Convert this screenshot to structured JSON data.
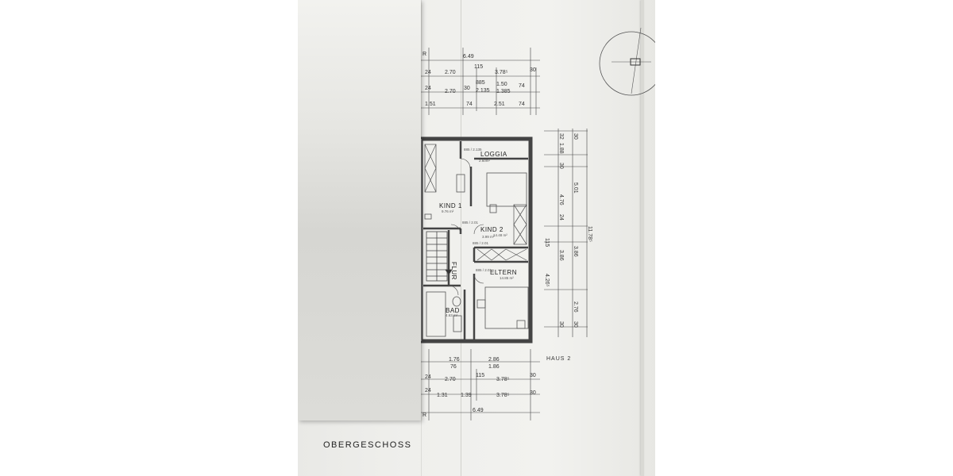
{
  "floor_title": "OBERGESCHOSS",
  "house_label": "HAUS 2",
  "rooms": {
    "loggia": {
      "name": "LOGGIA",
      "area": "2.60m²"
    },
    "kind1": {
      "name": "KIND 1",
      "area": "9.76 m²"
    },
    "kind2": {
      "name": "KIND 2",
      "area": "14.48 m²"
    },
    "flur": {
      "name": "FLUR",
      "area": "3.99 m²"
    },
    "eltern": {
      "name": "ELTERN",
      "area": "14.85 m²"
    },
    "bad": {
      "name": "BAD",
      "area": "4.63 m²"
    }
  },
  "door_labels": {
    "d_loggia": "885 / 2.135",
    "d_kind1": "885 / 2.01",
    "d_kind2": "885 / 2.01",
    "d_eltern": "885 / 2.01"
  },
  "top_dimensions": {
    "overall": "6.49",
    "row1": [
      "24",
      "2.70",
      "115",
      "3.78⁵",
      "30"
    ],
    "row2": [
      "24",
      "2.70",
      "30",
      "1.50",
      "74"
    ],
    "row2b": [
      "885",
      "2.135",
      "1.385"
    ],
    "row3": [
      "1.51",
      "74",
      "2.51",
      "74"
    ],
    "row0": [
      "R"
    ]
  },
  "bottom_dimensions": {
    "row1": [
      "1.76",
      "2.86"
    ],
    "row1b": [
      "76",
      "1.86"
    ],
    "row2": [
      "24",
      "2.70",
      "115",
      "3.78⁵",
      "30"
    ],
    "row3": [
      "24",
      "1.31",
      "1.39",
      "3.78⁵",
      "30"
    ],
    "overall": "6.49",
    "row0": [
      "R"
    ]
  },
  "right_dimensions": {
    "col1": [
      "32",
      "1.88",
      "30",
      "4.76",
      "24",
      "3.86",
      "30"
    ],
    "col2": [
      "30",
      "5.01",
      "3.86",
      "2.76",
      "30"
    ],
    "col3": [
      "4.26⁵"
    ],
    "overall": "11.78⁵",
    "misc": [
      "115"
    ]
  }
}
